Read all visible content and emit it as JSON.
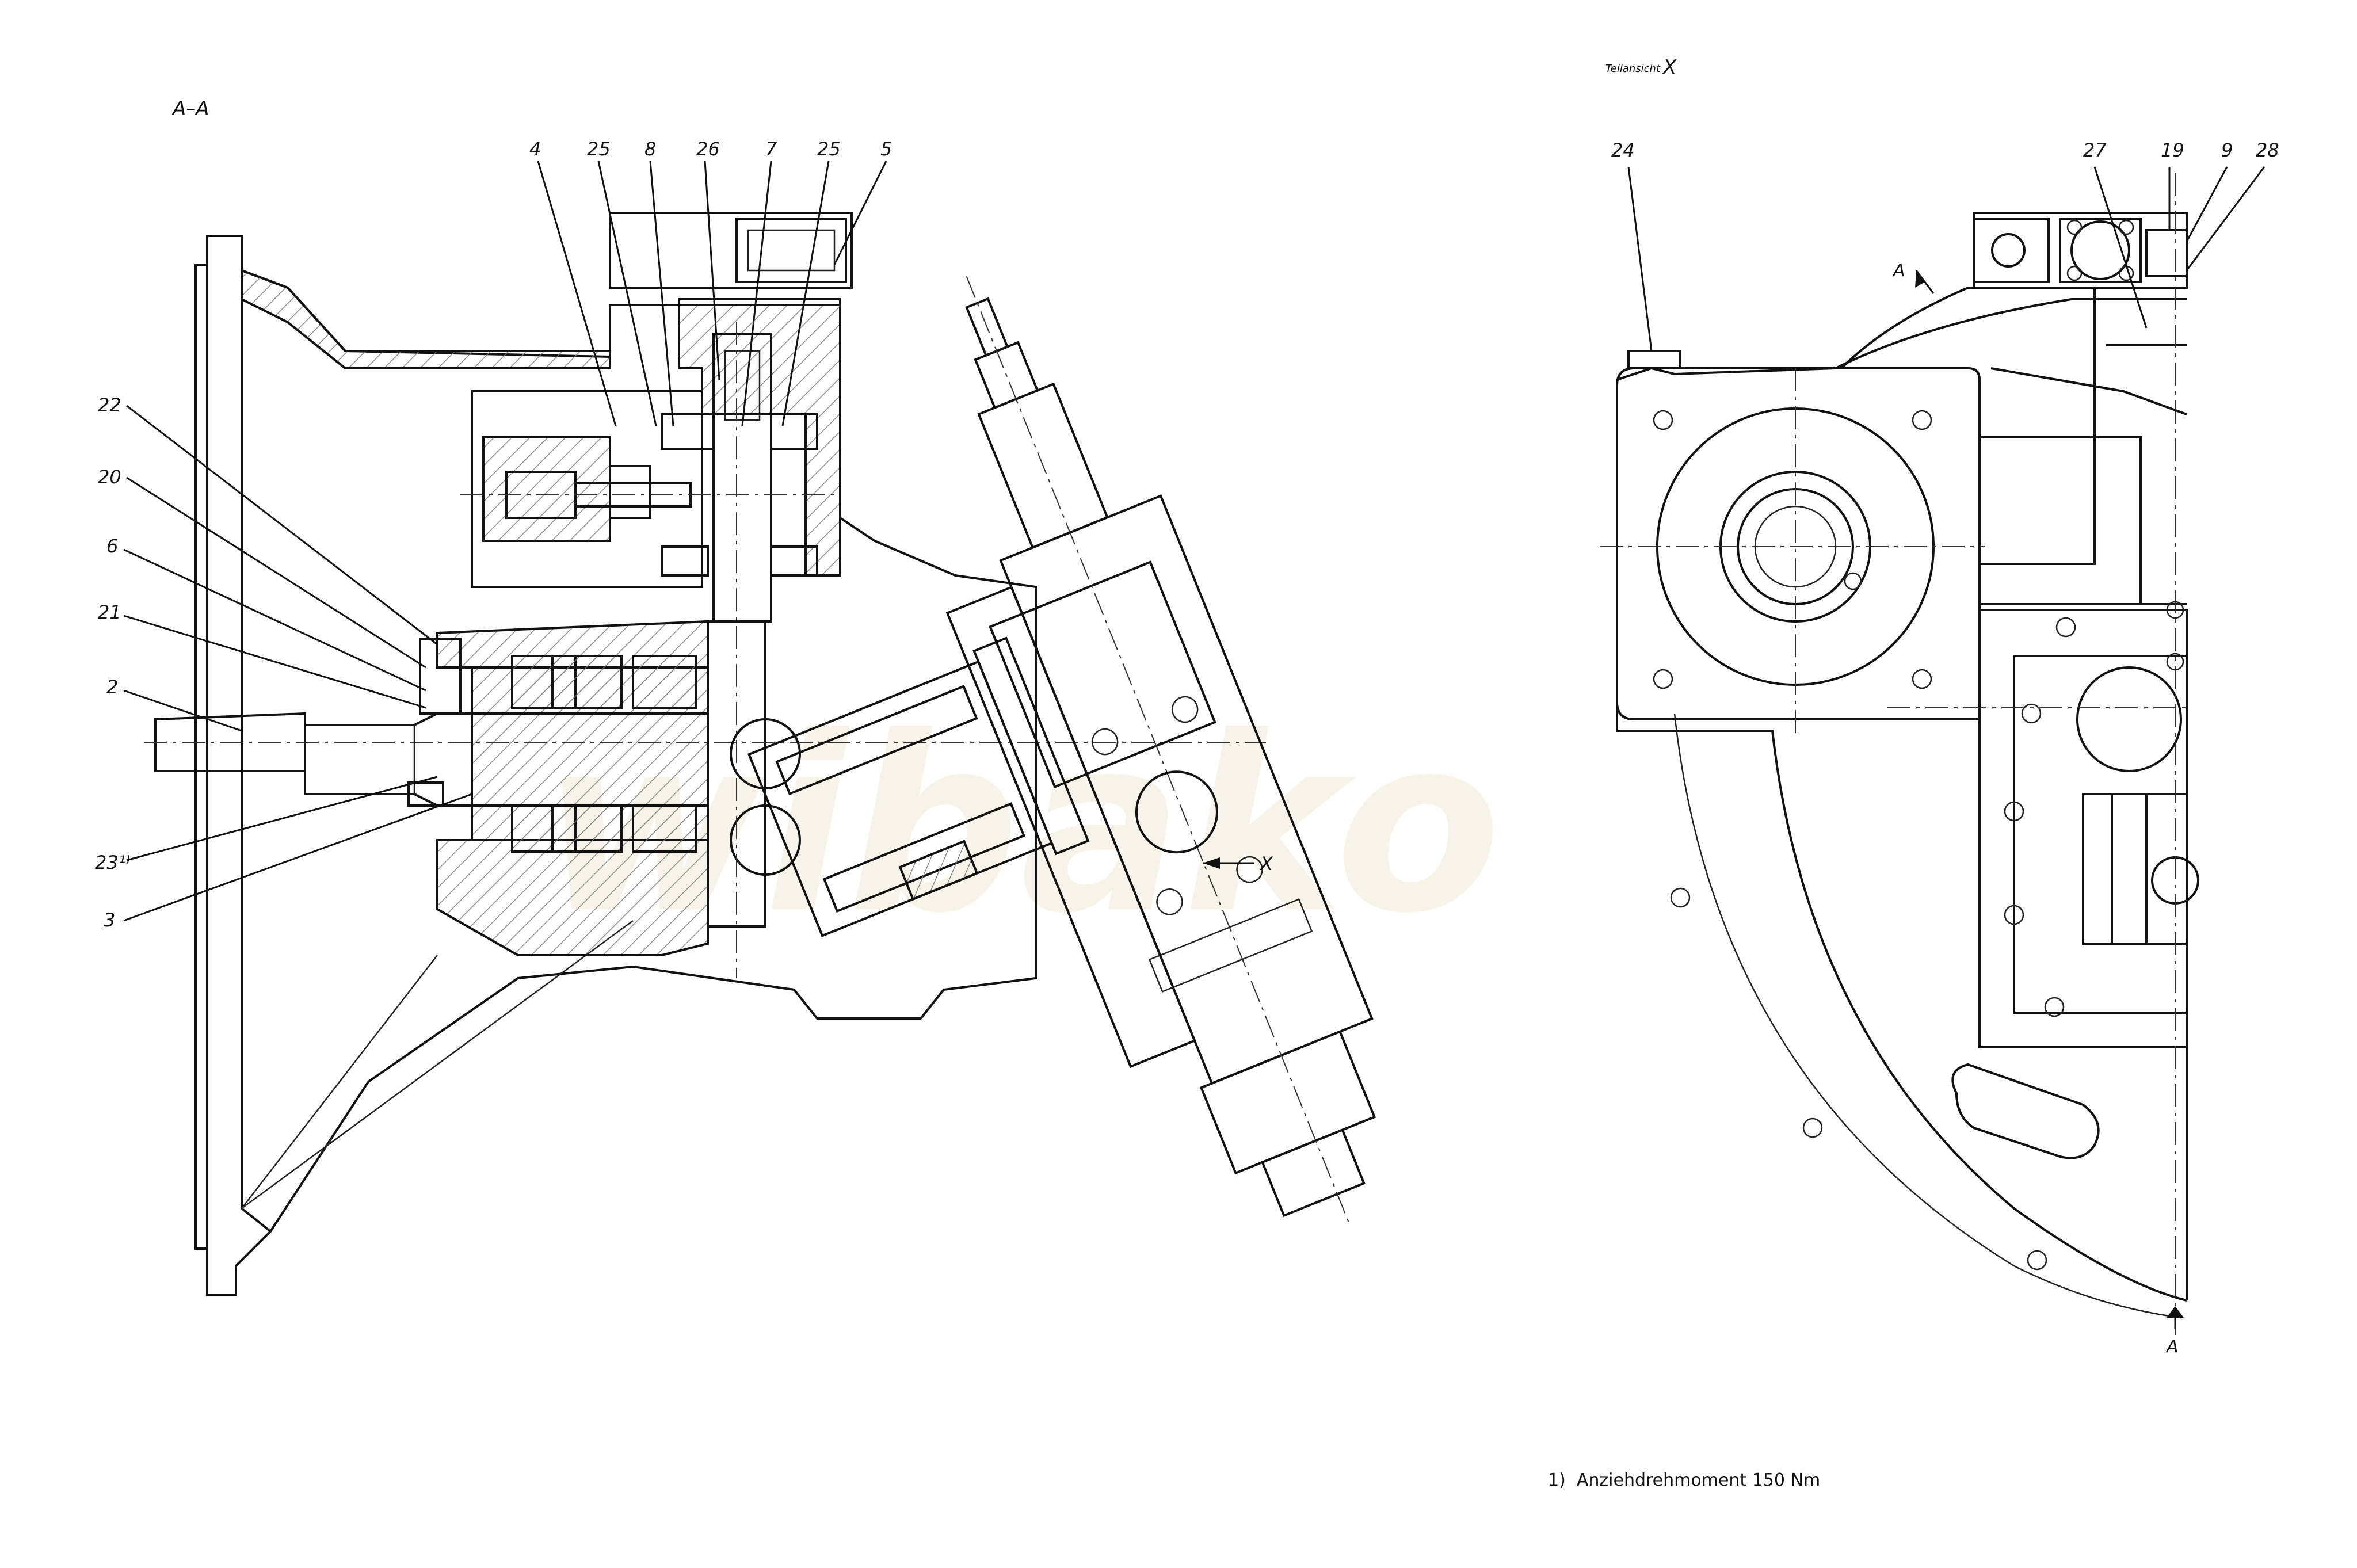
{
  "labels": {
    "section": "A–A",
    "view": "Teilansicht",
    "view_letter": "X",
    "arrow_x": "X",
    "section_mark": "A",
    "section_mark_bottom": "A"
  },
  "watermark": "wibako",
  "callouts_left": [
    "4",
    "25",
    "8",
    "26",
    "7",
    "25",
    "5"
  ],
  "callouts_side": [
    "22",
    "20",
    "6",
    "21",
    "2",
    "23¹⁾",
    "3"
  ],
  "callouts_right": [
    "24",
    "27",
    "19",
    "9",
    "28"
  ],
  "footnote": "1)  Anziehdrehmoment 150 Nm"
}
